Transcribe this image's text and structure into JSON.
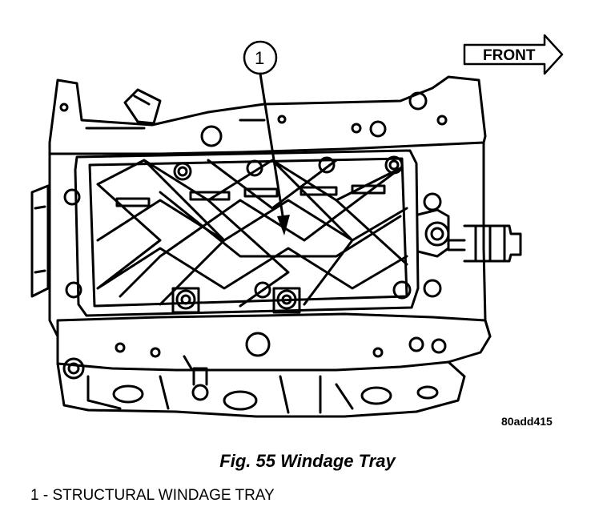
{
  "figure": {
    "front_label": "FRONT",
    "callout_number": "1",
    "reference_code": "80add415",
    "caption": "Fig. 55 Windage Tray"
  },
  "legend": {
    "items": [
      {
        "text": "1 - STRUCTURAL WINDAGE TRAY"
      }
    ]
  },
  "colors": {
    "line": "#000000",
    "background": "#ffffff"
  }
}
